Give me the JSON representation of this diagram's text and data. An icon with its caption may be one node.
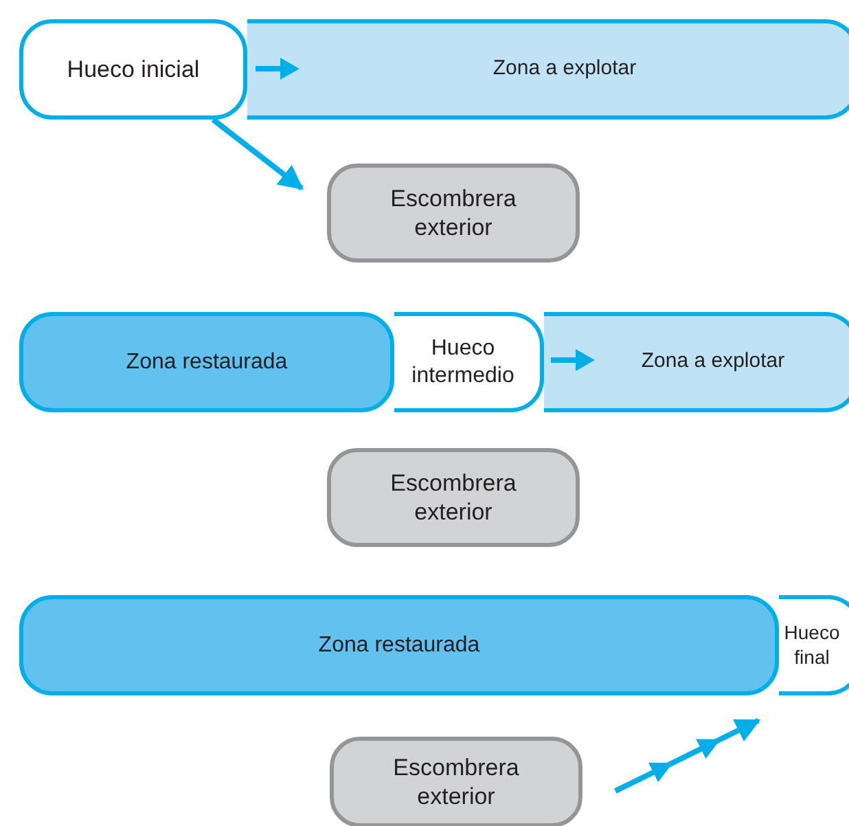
{
  "diagram": {
    "nodes": [
      {
        "text": [
          "Hueco inicial"
        ]
      },
      {
        "text": [
          "Zona a explotar"
        ]
      },
      {
        "text": [
          "Escombrera exterior"
        ]
      },
      {
        "text": [
          "Zona restaurada"
        ]
      },
      {
        "text": [
          "Hueco intermedio"
        ]
      },
      {
        "text": [
          "Zona a explotar"
        ]
      },
      {
        "text": [
          "Escombrera exterior"
        ]
      },
      {
        "text": [
          "Zona restaurada"
        ]
      },
      {
        "text": [
          "Hueco final"
        ]
      },
      {
        "text": [
          "Escombrera exterior"
        ]
      }
    ],
    "edges": [
      {
        "from": 0,
        "to": 2,
        "arrow": "to"
      },
      {
        "from": 9,
        "to": 8,
        "arrow": "to"
      }
    ]
  }
}
